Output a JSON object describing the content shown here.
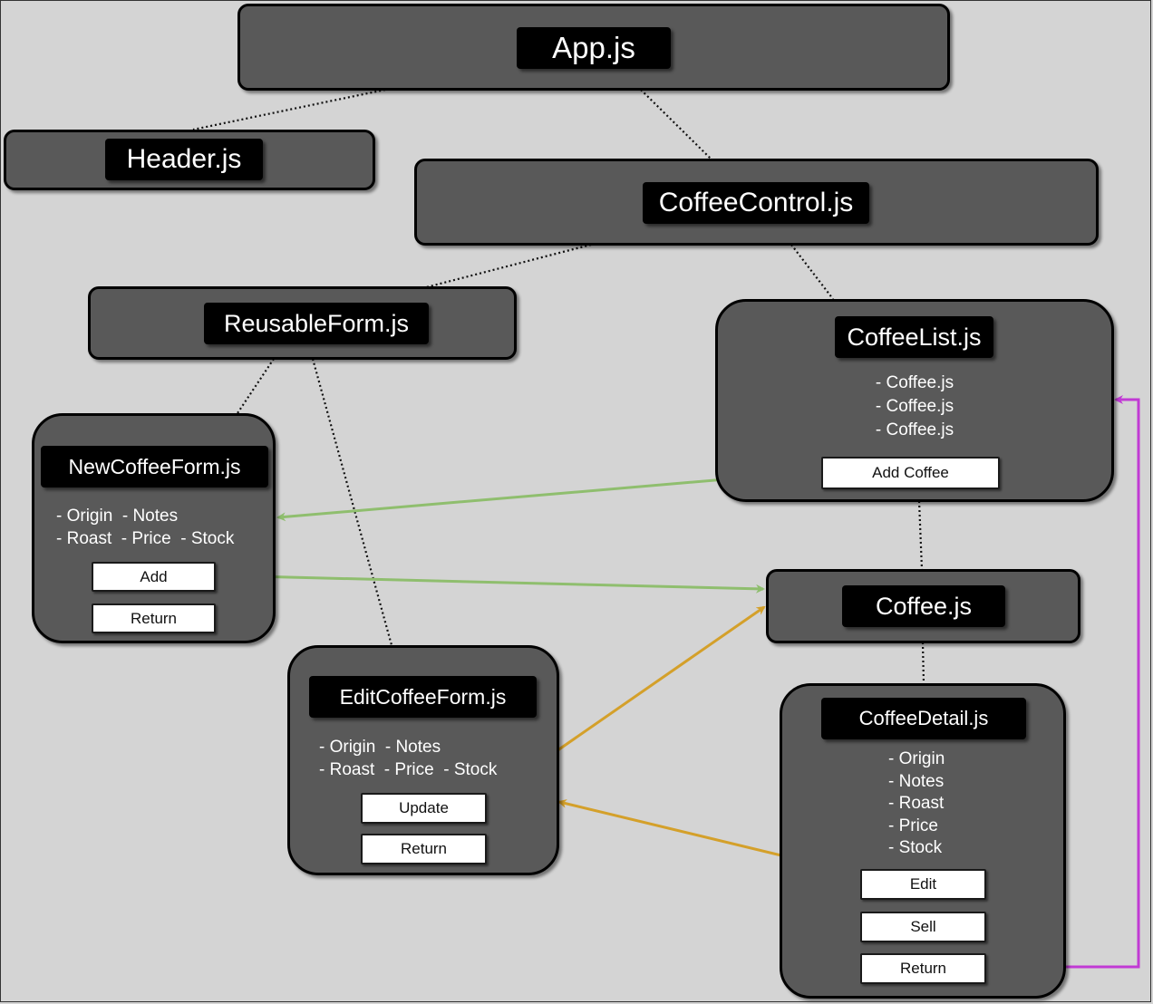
{
  "nodes": {
    "app": {
      "title": "App.js"
    },
    "header": {
      "title": "Header.js"
    },
    "coffee_control": {
      "title": "CoffeeControl.js"
    },
    "reusable_form": {
      "title": "ReusableForm.js"
    },
    "coffee_list": {
      "title": "CoffeeList.js",
      "items": [
        "- Coffee.js",
        "- Coffee.js",
        "- Coffee.js"
      ],
      "buttons": {
        "add": "Add Coffee"
      }
    },
    "new_coffee_form": {
      "title": "NewCoffeeForm.js",
      "items": [
        "- Origin  - Notes",
        "- Roast  - Price  - Stock"
      ],
      "buttons": {
        "add": "Add",
        "return": "Return"
      }
    },
    "coffee": {
      "title": "Coffee.js"
    },
    "edit_coffee_form": {
      "title": "EditCoffeeForm.js",
      "items": [
        "- Origin  - Notes",
        "- Roast  - Price  - Stock"
      ],
      "buttons": {
        "update": "Update",
        "return": "Return"
      }
    },
    "coffee_detail": {
      "title": "CoffeeDetail.js",
      "items": [
        "- Origin",
        "- Notes",
        "- Roast",
        "- Price",
        "- Stock"
      ],
      "buttons": {
        "edit": "Edit",
        "sell": "Sell",
        "return": "Return"
      }
    }
  },
  "colors": {
    "background": "#d4d4d4",
    "node_fill": "#595959",
    "add_flow": "#8fbe6e",
    "edit_flow": "#d4a02a",
    "return_flow": "#c13ad4"
  }
}
